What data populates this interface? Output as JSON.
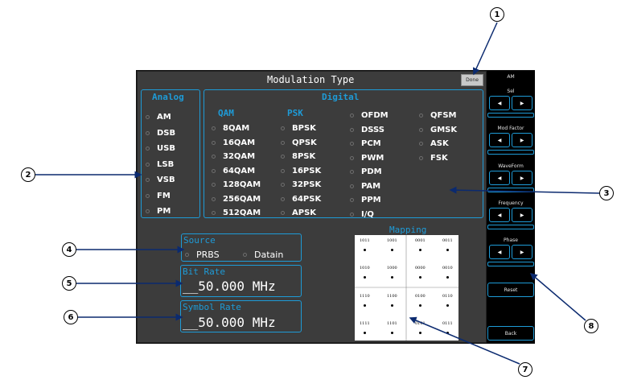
{
  "main": {
    "title": "Modulation Type",
    "done_label": "Done"
  },
  "analog": {
    "header": "Analog",
    "options": [
      "AM",
      "DSB",
      "USB",
      "LSB",
      "VSB",
      "FM",
      "PM"
    ]
  },
  "digital": {
    "header": "Digital",
    "qam": {
      "header": "QAM",
      "options": [
        "8QAM",
        "16QAM",
        "32QAM",
        "64QAM",
        "128QAM",
        "256QAM",
        "512QAM"
      ]
    },
    "psk": {
      "header": "PSK",
      "options": [
        "BPSK",
        "QPSK",
        "8PSK",
        "16PSK",
        "32PSK",
        "64PSK",
        "APSK"
      ]
    },
    "col3": [
      "OFDM",
      "DSSS",
      "PCM",
      "PWM",
      "PDM",
      "PAM",
      "PPM",
      "I/Q"
    ],
    "col4": [
      "QFSM",
      "GMSK",
      "ASK",
      "FSK"
    ]
  },
  "source": {
    "header": "Source",
    "options": [
      "PRBS",
      "Datain"
    ]
  },
  "bit_rate": {
    "header": "Bit Rate",
    "value": "__50.000 MHz"
  },
  "symbol_rate": {
    "header": "Symbol Rate",
    "value": "__50.000 MHz"
  },
  "mapping": {
    "header": "Mapping",
    "codes": [
      "1011",
      "1001",
      "0001",
      "0011",
      "1010",
      "1000",
      "0000",
      "0010",
      "1110",
      "1100",
      "0100",
      "0110",
      "1111",
      "1101",
      "0101",
      "0111"
    ]
  },
  "sidebar": {
    "mode": "AM",
    "sections": [
      "Sel",
      "Mod Factor",
      "WaveForm",
      "Frequency",
      "Phase"
    ],
    "reset_label": "Reset",
    "back_label": "Back"
  },
  "callouts": [
    "1",
    "2",
    "3",
    "4",
    "5",
    "6",
    "7",
    "8"
  ],
  "colors": {
    "accent": "#1e9bd7",
    "panel": "#3c3c3c",
    "sidebar": "#000000",
    "callout_line": "#0b2a6f"
  }
}
